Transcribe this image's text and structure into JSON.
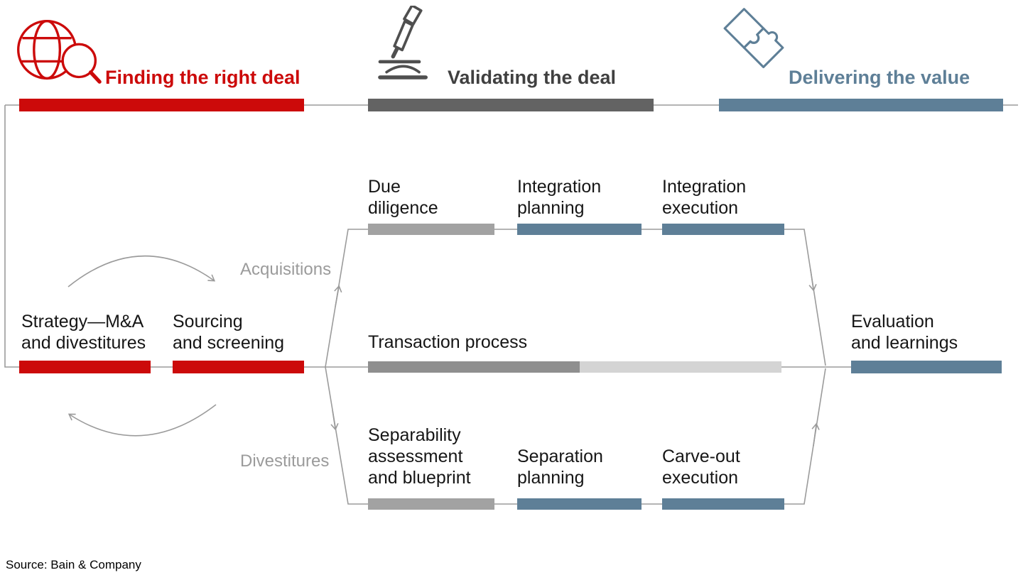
{
  "page": {
    "source_note": "Source: Bain & Company",
    "background": "#ffffff"
  },
  "colors": {
    "line": "#9b9b9b",
    "red": "#cc0a0a",
    "dark_gray": "#636363",
    "steel_blue": "#5e7f97",
    "mid_gray": "#a2a2a2",
    "done_gray": "#8f8f8f",
    "light_gray": "#d4d4d4",
    "icon_gray": "#4f4f4f",
    "text": "#161616",
    "muted_label": "#9b9b9b"
  },
  "phases": [
    {
      "label": "Finding the right deal",
      "color": "#cc0a0a",
      "bar_color": "#cc0a0a",
      "icon": "globe-search-icon"
    },
    {
      "label": "Validating the deal",
      "color": "#404040",
      "bar_color": "#636363",
      "icon": "microscope-icon"
    },
    {
      "label": "Delivering the value",
      "color": "#5e7f97",
      "bar_color": "#5e7f97",
      "icon": "puzzle-icon"
    }
  ],
  "flow": {
    "strategy": {
      "label": "Strategy—M&A\nand divestitures",
      "bar_color": "#cc0a0a"
    },
    "sourcing": {
      "label": "Sourcing\nand screening",
      "bar_color": "#cc0a0a"
    },
    "branch_acquisitions_label": "Acquisitions",
    "branch_divestitures_label": "Divestitures",
    "acquisitions": [
      {
        "label": "Due\ndiligence",
        "bar_color": "#a2a2a2"
      },
      {
        "label": "Integration\nplanning",
        "bar_color": "#5e7f97"
      },
      {
        "label": "Integration\nexecution",
        "bar_color": "#5e7f97"
      }
    ],
    "transaction": {
      "label": "Transaction process",
      "bar_color_left": "#8f8f8f",
      "bar_color_right": "#d4d4d4"
    },
    "divestitures": [
      {
        "label": "Separability\nassessment\nand blueprint",
        "bar_color": "#a2a2a2"
      },
      {
        "label": "Separation\nplanning",
        "bar_color": "#5e7f97"
      },
      {
        "label": "Carve-out\nexecution",
        "bar_color": "#5e7f97"
      }
    ],
    "evaluation": {
      "label": "Evaluation\nand learnings",
      "bar_color": "#5e7f97"
    }
  }
}
